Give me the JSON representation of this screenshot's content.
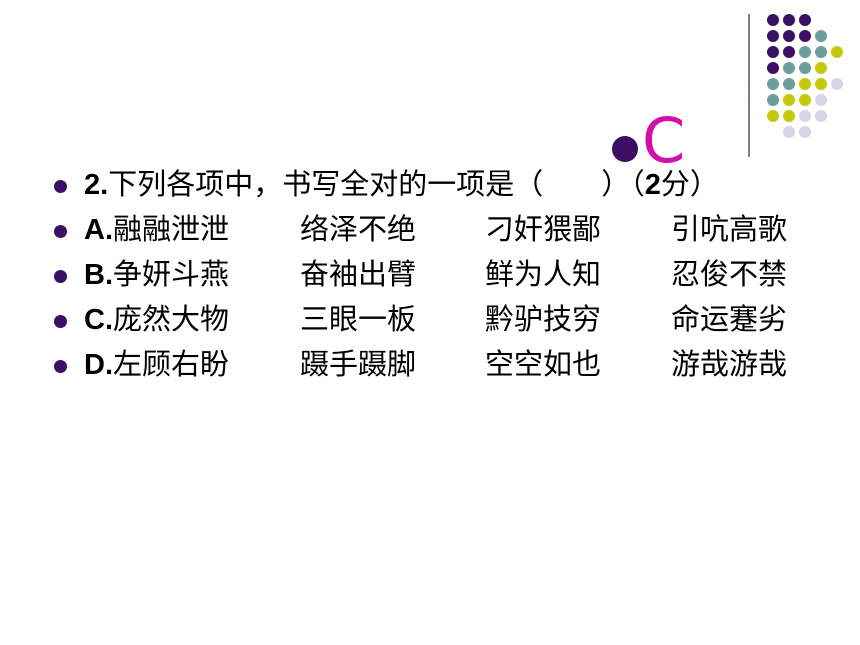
{
  "colors": {
    "purple": "#3b0f63",
    "teal": "#6f9c9c",
    "lime": "#c8c80e",
    "lavender": "#d5d5e6",
    "magenta": "#d40fa6",
    "divider": "#808080"
  },
  "decor": {
    "dot_rows": [
      [
        "purple",
        "purple",
        "purple"
      ],
      [
        "purple",
        "purple",
        "purple",
        "teal"
      ],
      [
        "purple",
        "purple",
        "teal",
        "teal",
        "lime"
      ],
      [
        "purple",
        "teal",
        "teal",
        "lime"
      ],
      [
        "teal",
        "teal",
        "lime",
        "lime",
        "lavender"
      ],
      [
        "teal",
        "lime",
        "lime",
        "lavender"
      ],
      [
        "lime",
        "lime",
        "lavender",
        "lavender"
      ],
      [
        "lavender",
        "lavender"
      ]
    ]
  },
  "answer": {
    "letter": "C"
  },
  "question": {
    "stem_num": "2.",
    "stem_text": "下列各项中，书写全对的一项是（　　）（",
    "stem_score": "2",
    "stem_end": "分）",
    "options": [
      {
        "label": "A.",
        "items": [
          "融融泄泄",
          "络泽不绝",
          "刁奸猥鄙",
          "引吭高歌"
        ]
      },
      {
        "label": "B.",
        "items": [
          "争妍斗燕",
          "奋袖出臂",
          "鲜为人知",
          "忍俊不禁"
        ]
      },
      {
        "label": "C.",
        "items": [
          "庞然大物",
          "三眼一板",
          "黔驴技穷",
          "命运蹇劣"
        ]
      },
      {
        "label": "D.",
        "items": [
          "左顾右盼",
          "蹑手蹑脚",
          "空空如也",
          "游哉游哉"
        ]
      }
    ]
  }
}
